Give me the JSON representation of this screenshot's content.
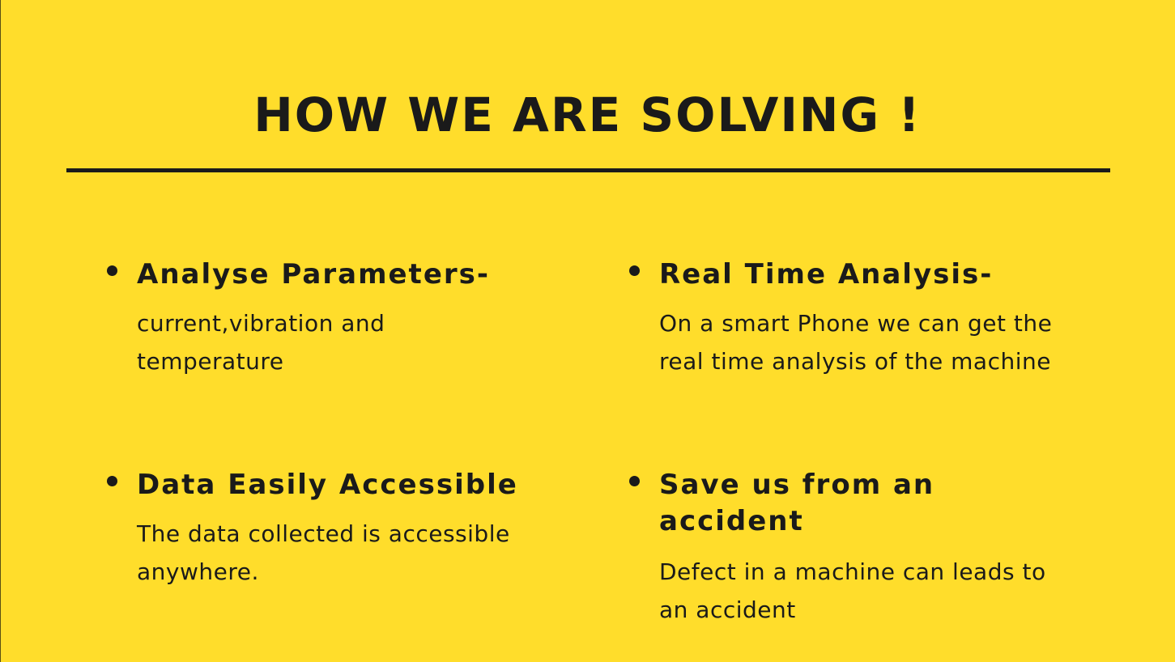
{
  "slide": {
    "title": "HOW WE ARE SOLVING !",
    "background_color": "#FFDD2B",
    "text_color": "#1a1a1a"
  },
  "points": [
    {
      "heading": "Analyse Parameters-",
      "text": "current,vibration and temperature"
    },
    {
      "heading": "Real Time Analysis-",
      "text": "On a smart Phone we can get the real time analysis of the machine"
    },
    {
      "heading": "Data Easily Accessible",
      "text": "The data collected is accessible anywhere."
    },
    {
      "heading": "Save us from an accident",
      "text": "Defect in a machine can leads to an accident"
    }
  ]
}
